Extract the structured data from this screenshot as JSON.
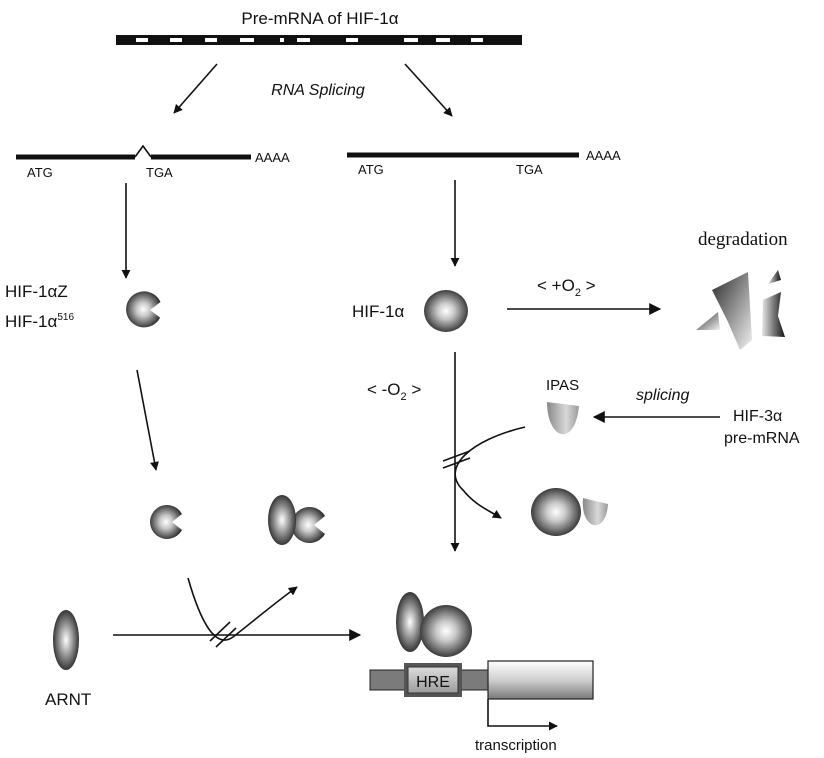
{
  "premrna_title": "Pre-mRNA of HIF-1α",
  "splicing_label": "RNA Splicing",
  "left_transcript": {
    "start": "ATG",
    "stop": "TGA",
    "tail": "AAAA"
  },
  "right_transcript": {
    "start": "ATG",
    "stop": "TGA",
    "tail": "AAAA"
  },
  "variant_label_1": "HIF-1αZ",
  "variant_label_2_base": "HIF-1α",
  "variant_label_2_sup": "516",
  "hif1a_label": "HIF-1α",
  "oxygen_plus": {
    "prefix": "< +O",
    "sub": "2",
    "suffix": " >"
  },
  "oxygen_minus": {
    "prefix": "< -O",
    "sub": "2",
    "suffix": " >"
  },
  "degradation_label": "degradation",
  "ipas_label": "IPAS",
  "splicing_small_label": "splicing",
  "hif3a_line1": "HIF-3α",
  "hif3a_line2": "pre-mRNA",
  "arnt_label": "ARNT",
  "hre_label": "HRE",
  "transcription_label": "transcription"
}
